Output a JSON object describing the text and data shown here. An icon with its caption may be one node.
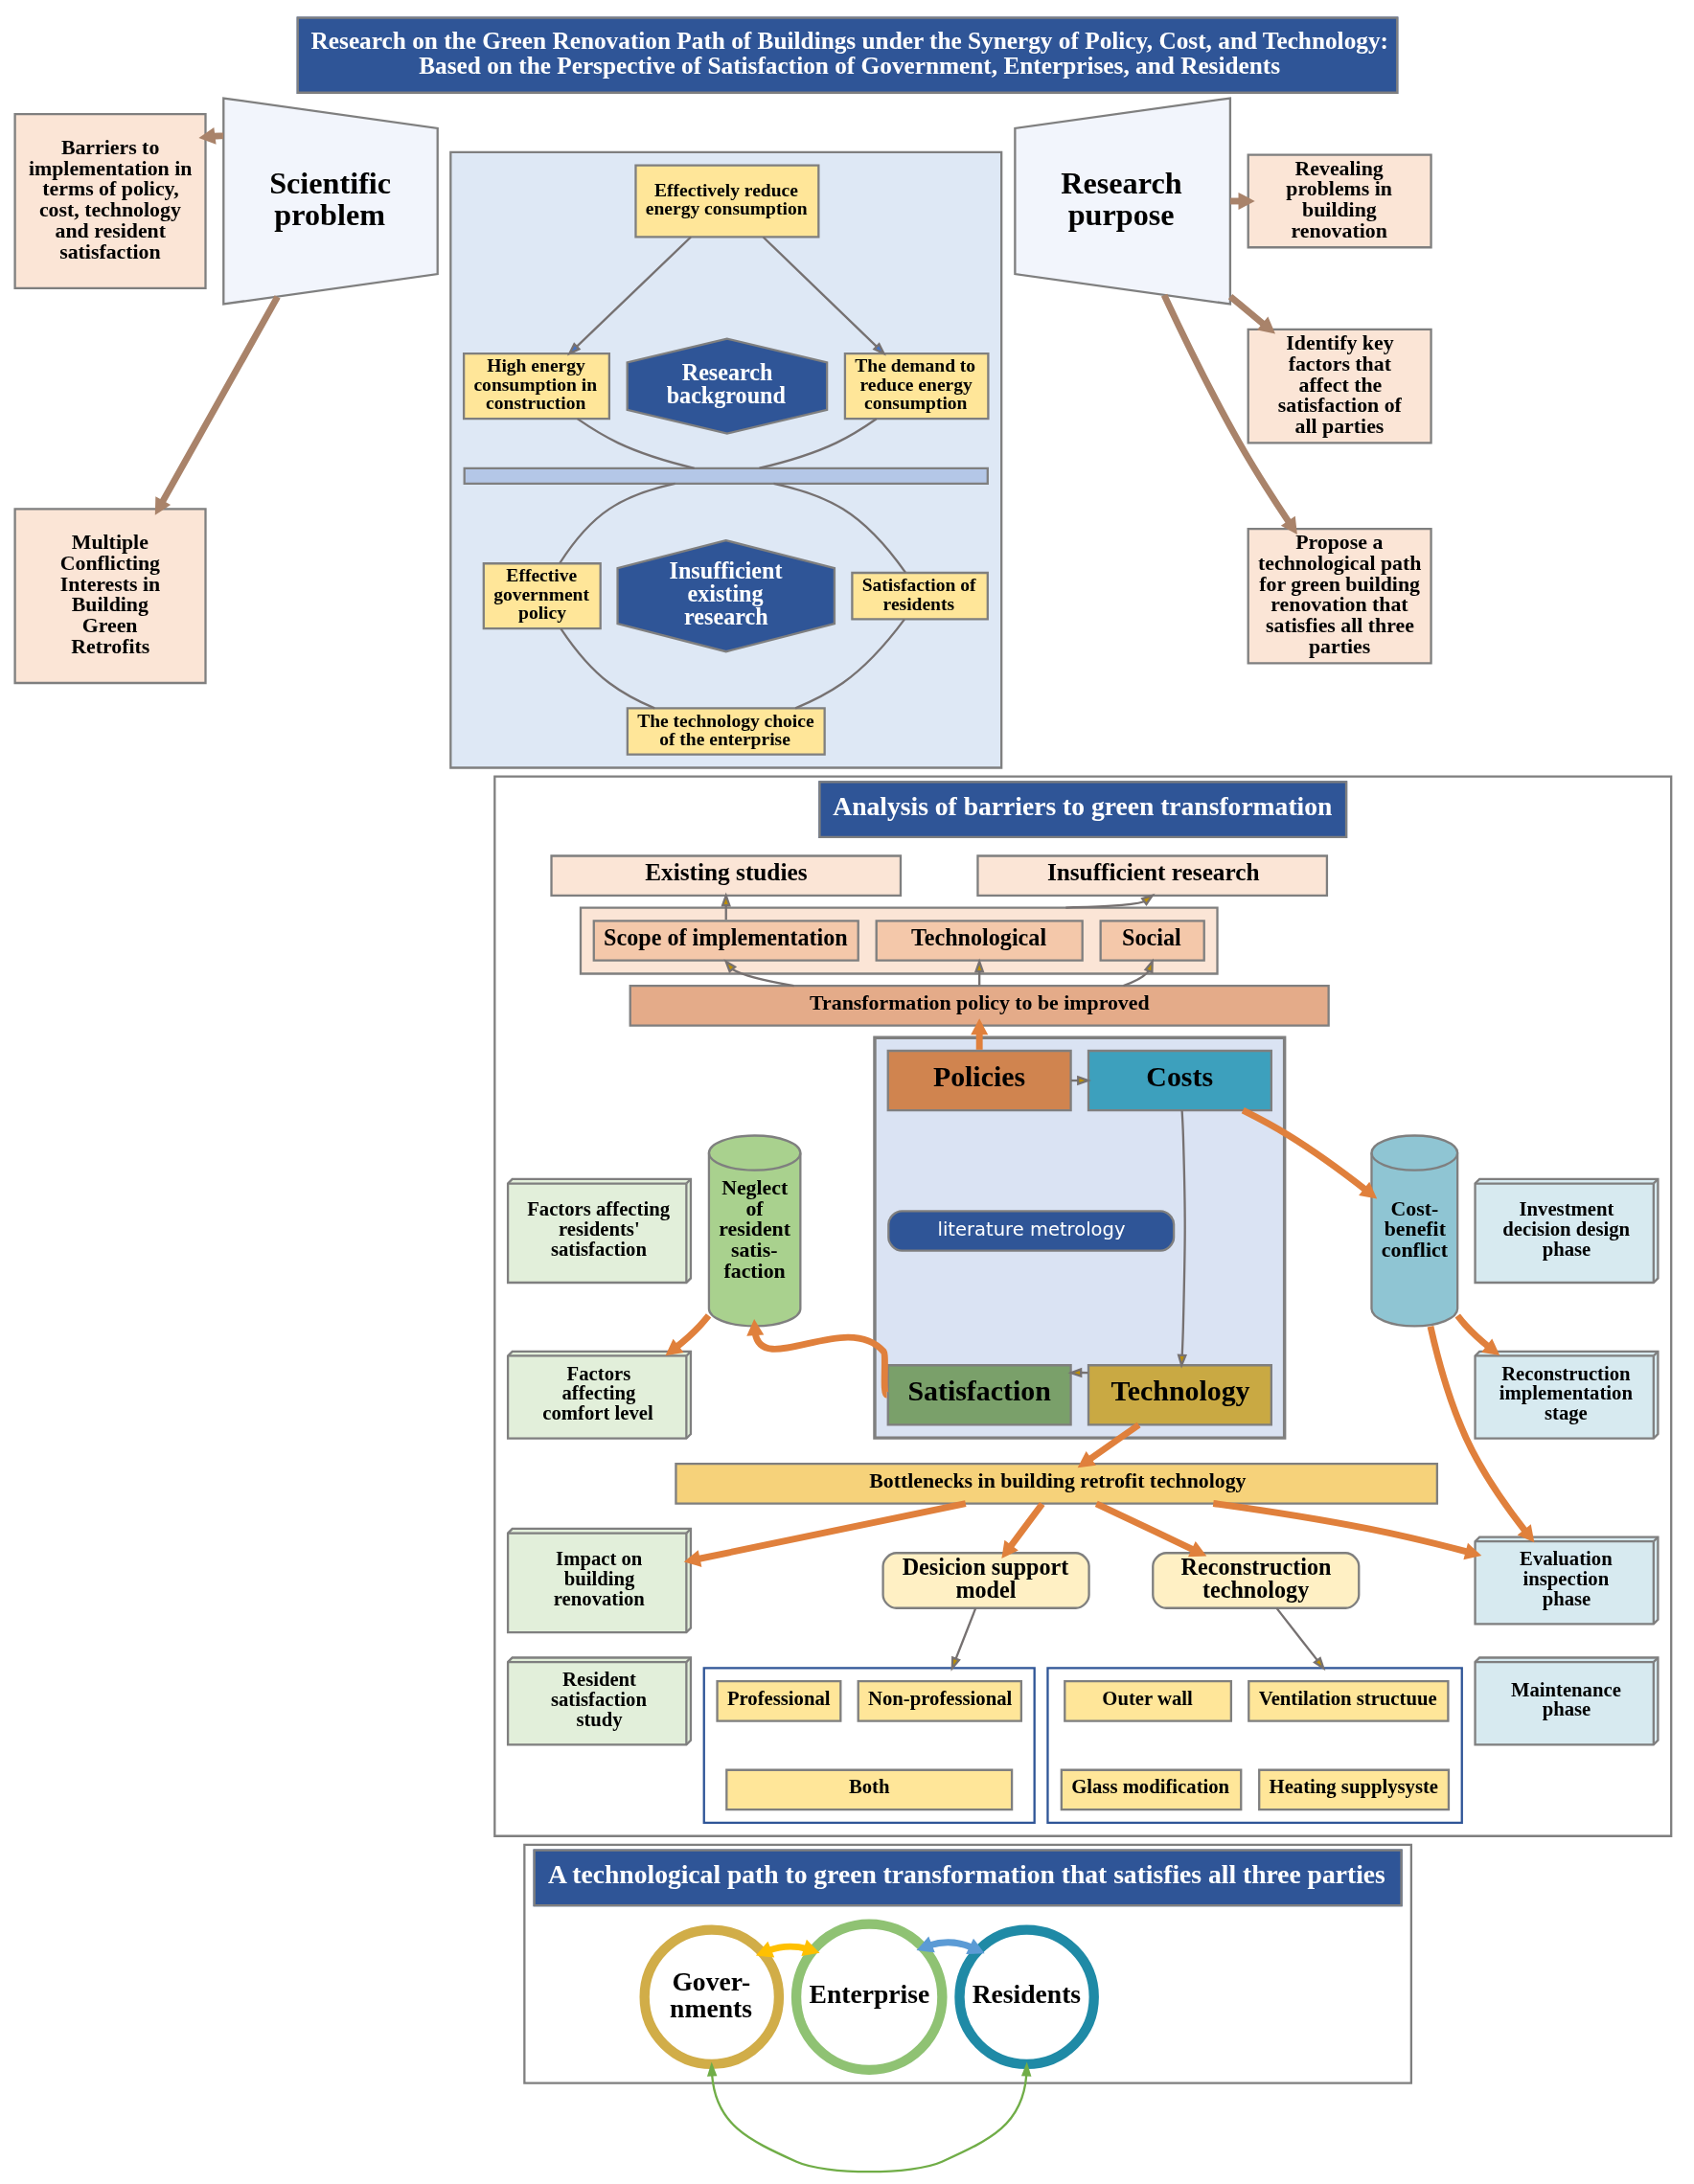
{
  "diagram": {
    "title": "Research on the Green Renovation Path of Buildings under the Synergy of Policy, Cost, and Technology: Based on the Perspective of Satisfaction of Government, Enterprises, and Residents",
    "nodes": [
      {
        "text": [
          "Barriers to implementation in terms of policy, cost, technology and resident satisfaction"
        ]
      },
      {
        "text": [
          "Multiple Conflicting Interests in Building Green Retrofits"
        ]
      },
      {
        "text": [
          "Scientific problem"
        ]
      },
      {
        "text": [],
        "shape": "box"
      },
      {
        "text": [
          "Effectively reduce energy consumption"
        ],
        "in": 3
      },
      {
        "text": [
          "High energy consumption in construction"
        ],
        "in": 3
      },
      {
        "text": [
          "Research background"
        ],
        "in": 3
      },
      {
        "text": [
          "The demand to reduce energy consumption"
        ],
        "in": 3
      },
      {
        "text": [],
        "shape": "bar",
        "in": 3
      },
      {
        "text": [
          "Effective government policy"
        ],
        "in": 3
      },
      {
        "text": [
          "Insufficient existing research"
        ],
        "in": 3
      },
      {
        "text": [
          "Satisfaction of residents"
        ],
        "in": 3
      },
      {
        "text": [
          "The technology choice of the enterprise"
        ],
        "in": 3
      },
      {
        "text": [
          "Research purpose"
        ]
      },
      {
        "text": [
          "Revealing problems in building renovation"
        ]
      },
      {
        "text": [
          "Identify key factors that affect the satisfaction of all parties"
        ]
      },
      {
        "text": [
          "Propose a technological path for green building renovation that satisfies all three parties"
        ]
      },
      {
        "text": [
          "Analysis of barriers to green transformation"
        ]
      },
      {
        "text": [
          "Existing studies"
        ],
        "in": 17
      },
      {
        "text": [
          "Insufficient research"
        ],
        "in": 17
      },
      {
        "text": [],
        "shape": "box",
        "in": 17
      },
      {
        "text": [
          "Scope of implementation"
        ],
        "in": 20
      },
      {
        "text": [
          "Technological"
        ],
        "in": 20
      },
      {
        "text": [
          "Social"
        ],
        "in": 20
      },
      {
        "text": [
          "Factors affecting residents' satisfaction"
        ],
        "in": 17
      },
      {
        "text": [
          "Investment decision design phase"
        ],
        "in": 17
      },
      {
        "text": [
          "Transformation policy to be improved"
        ],
        "in": 17
      },
      {
        "text": [
          "Neglect of resident satis- faction"
        ],
        "in": 17
      },
      {
        "text": [],
        "shape": "box",
        "in": 17
      },
      {
        "text": [
          "Policies"
        ],
        "in": 28
      },
      {
        "text": [
          "Costs"
        ],
        "in": 28
      },
      {
        "text": [
          "literature metrology"
        ],
        "in": 28
      },
      {
        "text": [
          "Satisfaction"
        ],
        "in": 28
      },
      {
        "text": [
          "Technology"
        ],
        "in": 28
      },
      {
        "text": [
          "Cost- benefit conflict"
        ],
        "in": 17
      },
      {
        "text": [
          "Factors affecting comfort level"
        ],
        "in": 17
      },
      {
        "text": [
          "Reconstruction implementation stage"
        ],
        "in": 17
      },
      {
        "text": [
          "Impact on building renovation"
        ],
        "in": 17
      },
      {
        "text": [
          "Evaluation inspection phase"
        ],
        "in": 17
      },
      {
        "text": [
          "Bottlenecks in building retrofit technology"
        ],
        "in": 17
      },
      {
        "text": [
          "Resident satisfaction study"
        ],
        "in": 17
      },
      {
        "text": [
          "Maintenance phase"
        ],
        "in": 17
      },
      {
        "text": [
          "Desicion support model"
        ],
        "in": 17
      },
      {
        "text": [
          "Reconstruction technology"
        ],
        "in": 17
      },
      {
        "text": [],
        "shape": "box",
        "in": 17
      },
      {
        "text": [
          "Professional"
        ],
        "in": 44
      },
      {
        "text": [
          "Non-professional"
        ],
        "in": 44
      },
      {
        "text": [
          "Both"
        ],
        "in": 44
      },
      {
        "text": [],
        "shape": "box",
        "in": 17
      },
      {
        "text": [
          "Outer wall"
        ],
        "in": 48
      },
      {
        "text": [
          "Ventilation structuue"
        ],
        "in": 48
      },
      {
        "text": [
          "Glass modification"
        ],
        "in": 48
      },
      {
        "text": [
          "Heating supplysyste"
        ],
        "in": 48
      },
      {
        "text": [
          "A technological path to green transformation that satisfies all three parties"
        ]
      },
      {
        "text": [
          "Gover- nments"
        ],
        "in": 53
      },
      {
        "text": [
          "Enterprise"
        ],
        "in": 53
      },
      {
        "text": [
          "Residents"
        ],
        "in": 53
      }
    ],
    "edges": [
      {
        "from": 2,
        "to": 0,
        "arrow": "to",
        "style": "thick",
        "color": "#a9836a"
      },
      {
        "from": 2,
        "to": 1,
        "arrow": "to",
        "style": "thick",
        "color": "#a9836a"
      },
      {
        "from": 4,
        "to": 5,
        "arrow": "to"
      },
      {
        "from": 4,
        "to": 7,
        "arrow": "to"
      },
      {
        "from": 5,
        "to": 8,
        "arrow": "none"
      },
      {
        "from": 8,
        "to": 9,
        "arrow": "none"
      },
      {
        "from": 7,
        "to": 8,
        "arrow": "none"
      },
      {
        "from": 8,
        "to": 11,
        "arrow": "none"
      },
      {
        "from": 9,
        "to": 12,
        "arrow": "none"
      },
      {
        "from": 11,
        "to": 12,
        "arrow": "none"
      },
      {
        "from": 13,
        "to": 14,
        "arrow": "to",
        "style": "thick",
        "color": "#a9836a"
      },
      {
        "from": 13,
        "to": 15,
        "arrow": "to",
        "style": "thick",
        "color": "#a9836a"
      },
      {
        "from": 13,
        "to": 16,
        "arrow": "to",
        "style": "thick",
        "color": "#a9836a"
      },
      {
        "from": 21,
        "to": 18,
        "arrow": "to"
      },
      {
        "from": 20,
        "to": 19,
        "arrow": "to"
      },
      {
        "from": 26,
        "to": 21,
        "arrow": "to"
      },
      {
        "from": 26,
        "to": 22,
        "arrow": "to"
      },
      {
        "from": 26,
        "to": 23,
        "arrow": "to"
      },
      {
        "from": 29,
        "to": 26,
        "arrow": "to",
        "style": "thick",
        "color": "#e0803c"
      },
      {
        "from": 29,
        "to": 30,
        "arrow": "to"
      },
      {
        "from": 30,
        "to": 33,
        "arrow": "to"
      },
      {
        "from": 33,
        "to": 32,
        "arrow": "to"
      },
      {
        "from": 30,
        "to": 34,
        "arrow": "to",
        "style": "thick",
        "color": "#e0803c"
      },
      {
        "from": 32,
        "to": 27,
        "arrow": "to",
        "style": "thick",
        "color": "#e0803c"
      },
      {
        "from": 33,
        "to": 39,
        "arrow": "to",
        "style": "thick",
        "color": "#e0803c"
      },
      {
        "from": 27,
        "to": 35,
        "arrow": "to",
        "style": "thick",
        "color": "#e0803c"
      },
      {
        "from": 34,
        "to": 36,
        "arrow": "to",
        "style": "thick",
        "color": "#e0803c"
      },
      {
        "from": 34,
        "to": 38,
        "arrow": "to",
        "style": "thick",
        "color": "#e0803c"
      },
      {
        "from": 39,
        "to": 37,
        "arrow": "to",
        "style": "thick",
        "color": "#e0803c"
      },
      {
        "from": 39,
        "to": 38,
        "arrow": "to",
        "style": "thick",
        "color": "#e0803c"
      },
      {
        "from": 39,
        "to": 42,
        "arrow": "to",
        "style": "thick",
        "color": "#e0803c"
      },
      {
        "from": 39,
        "to": 43,
        "arrow": "to",
        "style": "thick",
        "color": "#e0803c"
      },
      {
        "from": 42,
        "to": 44,
        "arrow": "to"
      },
      {
        "from": 43,
        "to": 48,
        "arrow": "to"
      },
      {
        "from": 54,
        "to": 55,
        "arrow": "both",
        "style": "thick",
        "color": "#ffc000"
      },
      {
        "from": 55,
        "to": 56,
        "arrow": "both",
        "style": "thick",
        "color": "#5b9bd5"
      },
      {
        "from": 54,
        "to": 56,
        "arrow": "both",
        "color": "#70ad47"
      }
    ]
  }
}
